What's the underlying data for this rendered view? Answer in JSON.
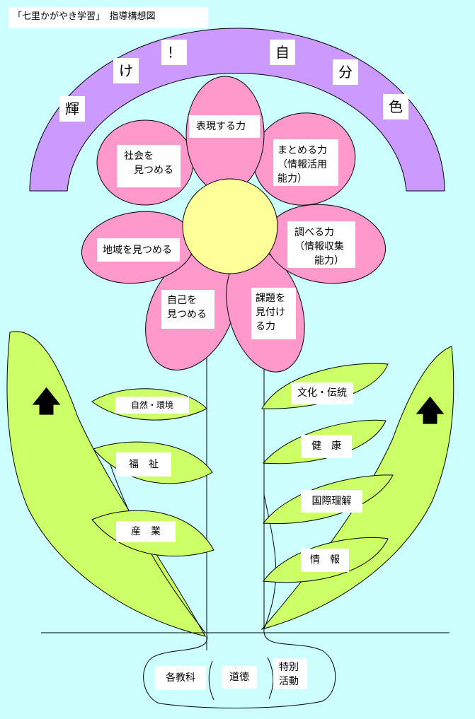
{
  "title": "「七里かがやき学習」　指導構想図",
  "rainbow_chars": [
    "輝",
    "け",
    "！",
    "自",
    "分",
    "色"
  ],
  "petals": {
    "hyogen": "表現する力",
    "matomeru": [
      "まとめる力",
      "（情報活用",
      "能力）"
    ],
    "shirabe": [
      "調べる力",
      "（情報収集",
      "能力）"
    ],
    "kadai": [
      "課題を",
      "見付け",
      "る力"
    ],
    "jiko": [
      "自己を",
      "見つめる"
    ],
    "chiiki": "地域を見つめる",
    "shakai": [
      "社会を",
      "見つめる"
    ]
  },
  "leaves_left": [
    "自然・環境",
    "福　祉",
    "産　業"
  ],
  "leaves_right": [
    "文化・伝統",
    "健　康",
    "国際理解",
    "情　報"
  ],
  "roots": [
    "各教科",
    "道徳",
    [
      "特別",
      "活動"
    ]
  ],
  "colors": {
    "background": "#ccffff",
    "rainbow": "#cc99ff",
    "petal": "#ff99cc",
    "center": "#ffff99",
    "leaf": "#ccff66"
  },
  "icons": [
    "up-arrow-icon"
  ]
}
